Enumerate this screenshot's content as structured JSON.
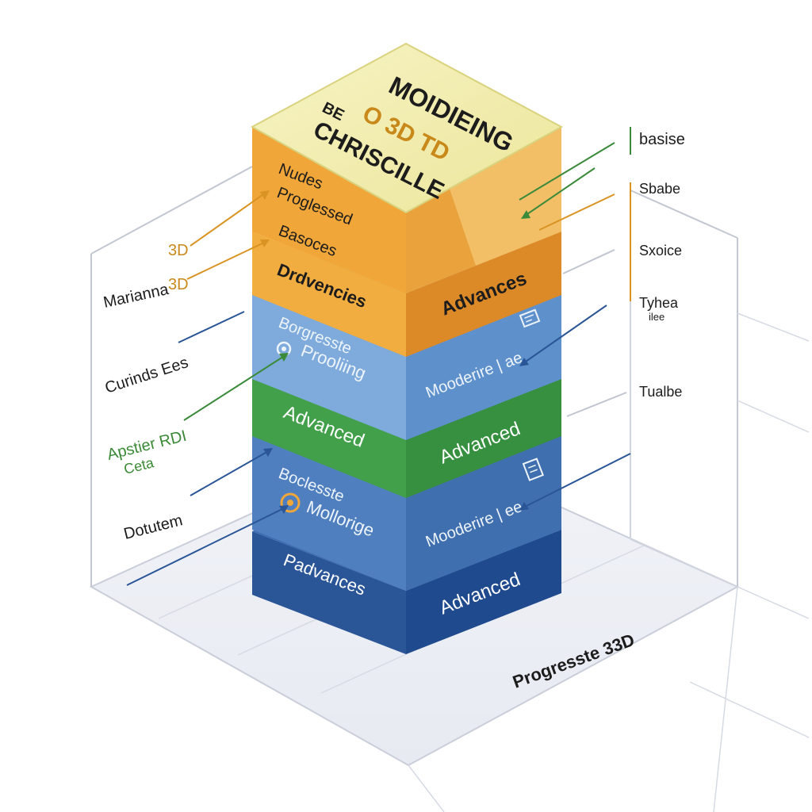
{
  "colors": {
    "cream": "#f3efb0",
    "orange": "#efa536",
    "orange_dark": "#d98826",
    "light_blue": "#6f9fd4",
    "green": "#3f9a48",
    "mid_blue": "#4a78b8",
    "dark_blue": "#2f5c9f",
    "green_text": "#3c8a37",
    "orange_text": "#c8891a"
  },
  "top": {
    "line1": "MOIDIEING",
    "line2": "O 3D TD",
    "line3": "CHRISCILLE",
    "small": "BE"
  },
  "layers": {
    "orange_upper": {
      "left_line1": "Nudes",
      "left_line2": "Proglessed"
    },
    "orange_lower": {
      "left_line1": "Basoces",
      "left_line2": "Drdvencies",
      "right": "Advances"
    },
    "light_blue": {
      "left_line1": "Borgresste",
      "left_line2": "Prooliing",
      "right": "Mooderire | ae"
    },
    "green": {
      "left": "Advanced",
      "right": "Advanced"
    },
    "mid_blue": {
      "left_line1": "Boclesste",
      "left_line2": "Mollorige",
      "right": "Mooderire | ee"
    },
    "dark_blue": {
      "left": "Padvances",
      "right": "Advanced"
    }
  },
  "left_labels": {
    "tag_upper": "3D",
    "tag_lower": "3D",
    "marianna": "Marianna",
    "curinds": "Curinds Ees",
    "apstier_line1": "Apstier RDI",
    "apstier_line2": "Ceta",
    "dotutem": "Dotutem"
  },
  "right_labels": {
    "basise": "basise",
    "sbabe": "Sbabe",
    "sxoice": "Sxoice",
    "tyhea_line1": "Tyhea",
    "tyhea_line2": "ilee",
    "tualbe": "Tualbe"
  },
  "floor_label": "Progresste 33D",
  "icons": {
    "panel_icon": "panel-icon",
    "swirl_icon": "swirl-icon",
    "doc_icon": "doc-icon"
  }
}
